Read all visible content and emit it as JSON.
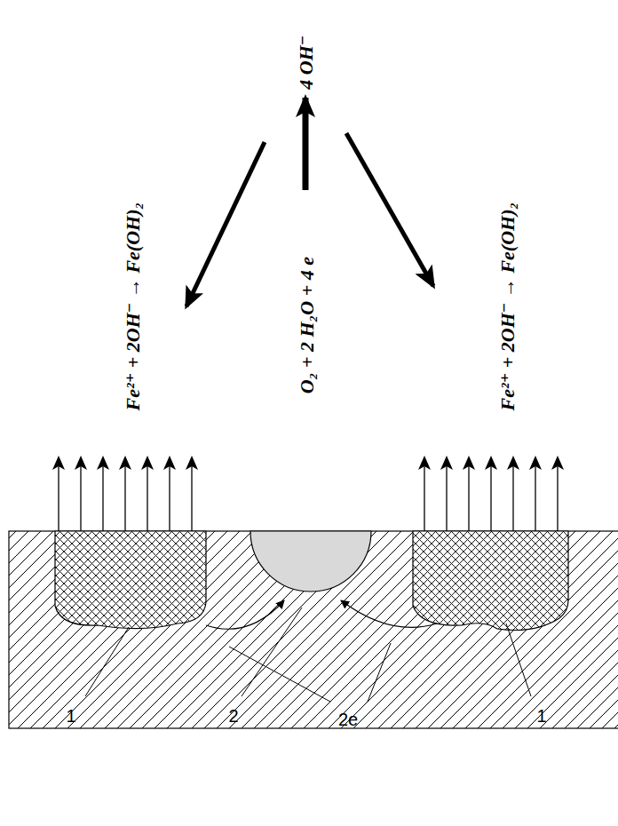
{
  "diagram": {
    "labels": [
      "Fe²⁺ + 2OH⁻ → Fe(OH)₂",
      "O₂ + 2 H₂O + 4 e",
      "4 OH⁻",
      "Fe²⁺ + 2OH⁻ → Fe(OH)₂",
      "1",
      "2",
      "2e",
      "1"
    ]
  }
}
